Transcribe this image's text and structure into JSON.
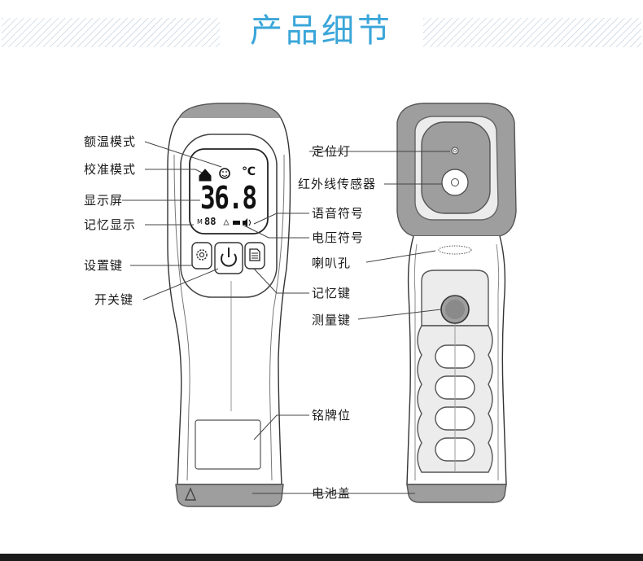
{
  "title": "产品细节",
  "colors": {
    "title": "#3aa6d9",
    "hatch": "#b9c9d9",
    "outline": "#333333",
    "cap_gray": "#9e9e9e",
    "body_light": "#ececec"
  },
  "display": {
    "reading": "36.8",
    "unit": "℃",
    "memory_prefix": "M",
    "memory_digits": "88"
  },
  "labels": {
    "forehead_mode": "额温模式",
    "calibration_mode": "校准模式",
    "display_screen": "显示屏",
    "memory_display": "记忆显示",
    "settings_key": "设置键",
    "power_key": "开关键",
    "positioning_light": "定位灯",
    "infrared_sensor": "红外线传感器",
    "voice_symbol": "语音符号",
    "voltage_symbol": "电压符号",
    "speaker_hole": "喇叭孔",
    "memory_key": "记忆键",
    "measure_key": "测量键",
    "nameplate": "铭牌位",
    "battery_cover": "电池盖"
  }
}
